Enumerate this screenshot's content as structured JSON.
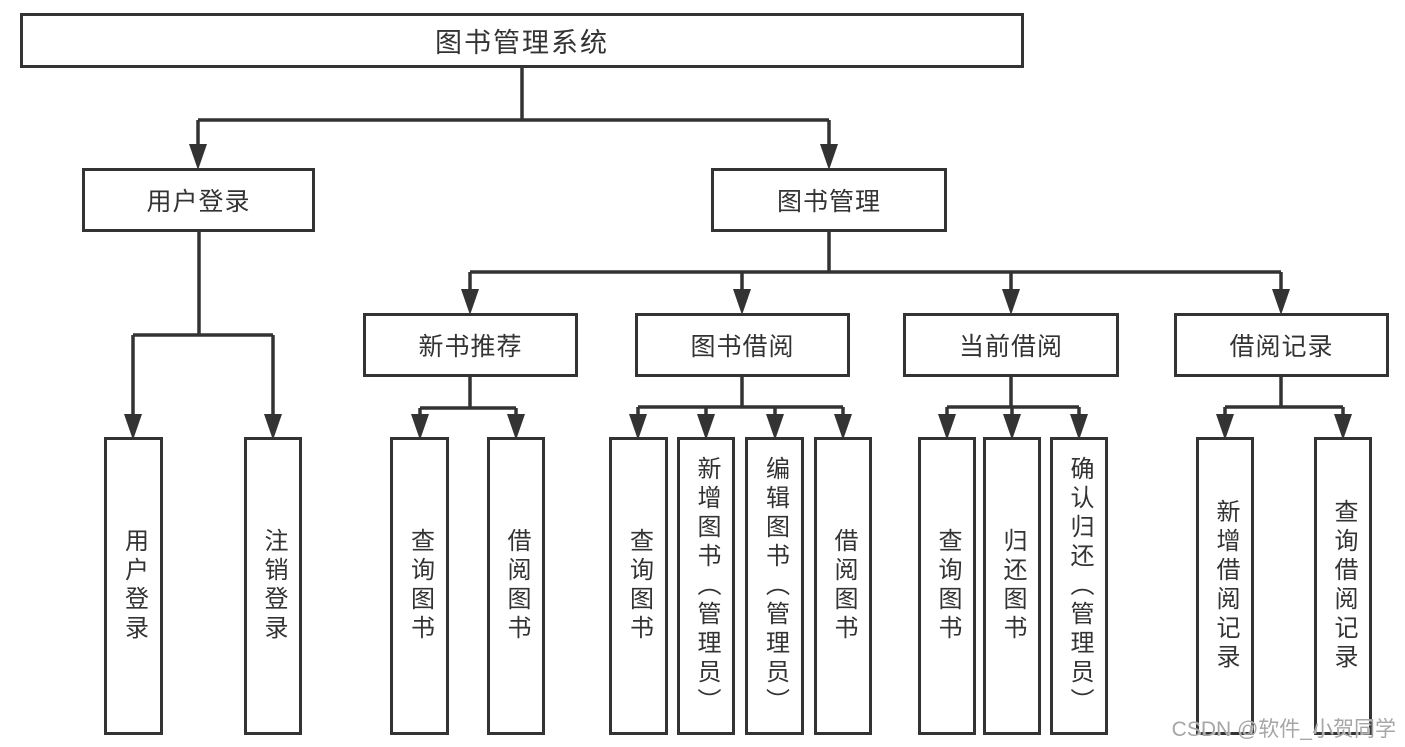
{
  "root": {
    "label": "图书管理系统"
  },
  "branches": [
    {
      "label": "用户登录",
      "leaves": [
        {
          "label": "用户登录"
        },
        {
          "label": "注销登录"
        }
      ]
    },
    {
      "label": "图书管理",
      "groups": [
        {
          "label": "新书推荐",
          "leaves": [
            {
              "label": "查询图书"
            },
            {
              "label": "借阅图书"
            }
          ]
        },
        {
          "label": "图书借阅",
          "leaves": [
            {
              "label": "查询图书"
            },
            {
              "label": "新增图书（管理员）"
            },
            {
              "label": "编辑图书（管理员）"
            },
            {
              "label": "借阅图书"
            }
          ]
        },
        {
          "label": "当前借阅",
          "leaves": [
            {
              "label": "查询图书"
            },
            {
              "label": "归还图书"
            },
            {
              "label": "确认归还（管理员）"
            }
          ]
        },
        {
          "label": "借阅记录",
          "leaves": [
            {
              "label": "新增借阅记录"
            },
            {
              "label": "查询借阅记录"
            }
          ]
        }
      ]
    }
  ],
  "watermark": {
    "text": "CSDN @软件_小贺同学"
  },
  "colors": {
    "line": "#333333",
    "text": "#333333",
    "watermark": "#a6a6a6",
    "background": "#ffffff"
  }
}
